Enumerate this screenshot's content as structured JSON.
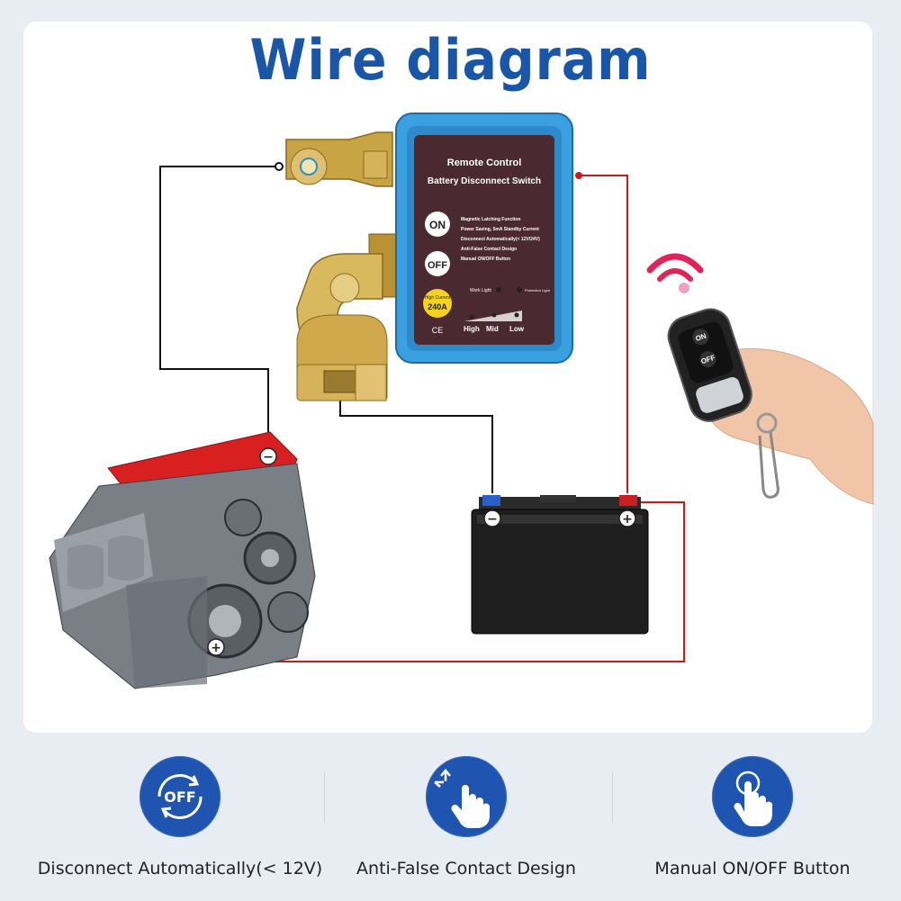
{
  "title": "Wire diagram",
  "switch_box": {
    "line1": "Remote Control",
    "line2": "Battery Disconnect Switch",
    "on_label": "ON",
    "off_label": "OFF",
    "features": [
      "Magnetic Latching Function",
      "Power Saving, 5mA Standby Current",
      "Disconnect Automatically(< 12V/24V)",
      "Anti-False Contact Design",
      "Manual ON/OFF Button"
    ],
    "badge_top": "High Current",
    "badge_value": "240A",
    "work_light": "Work Light",
    "protection_light": "Protection Light",
    "levels": [
      "High",
      "Mid",
      "Low"
    ],
    "ce_mark": "CE"
  },
  "remote": {
    "on_label": "ON",
    "off_label": "OFF"
  },
  "terminals": {
    "negative": "−",
    "positive": "+"
  },
  "bottom_features": [
    {
      "label": "Disconnect Automatically(< 12V)",
      "icon": "off-cycle-icon"
    },
    {
      "label": "Anti-False Contact Design",
      "icon": "hand-touch-arrows-icon"
    },
    {
      "label": "Manual ON/OFF Button",
      "icon": "hand-press-icon"
    }
  ],
  "colors": {
    "title": "#1a56a8",
    "switch_body": "#3aa0e0",
    "switch_face": "#4a2a30",
    "wire_negative": "#111111",
    "wire_positive": "#d01818",
    "feature_circle": "#1f55b0"
  }
}
